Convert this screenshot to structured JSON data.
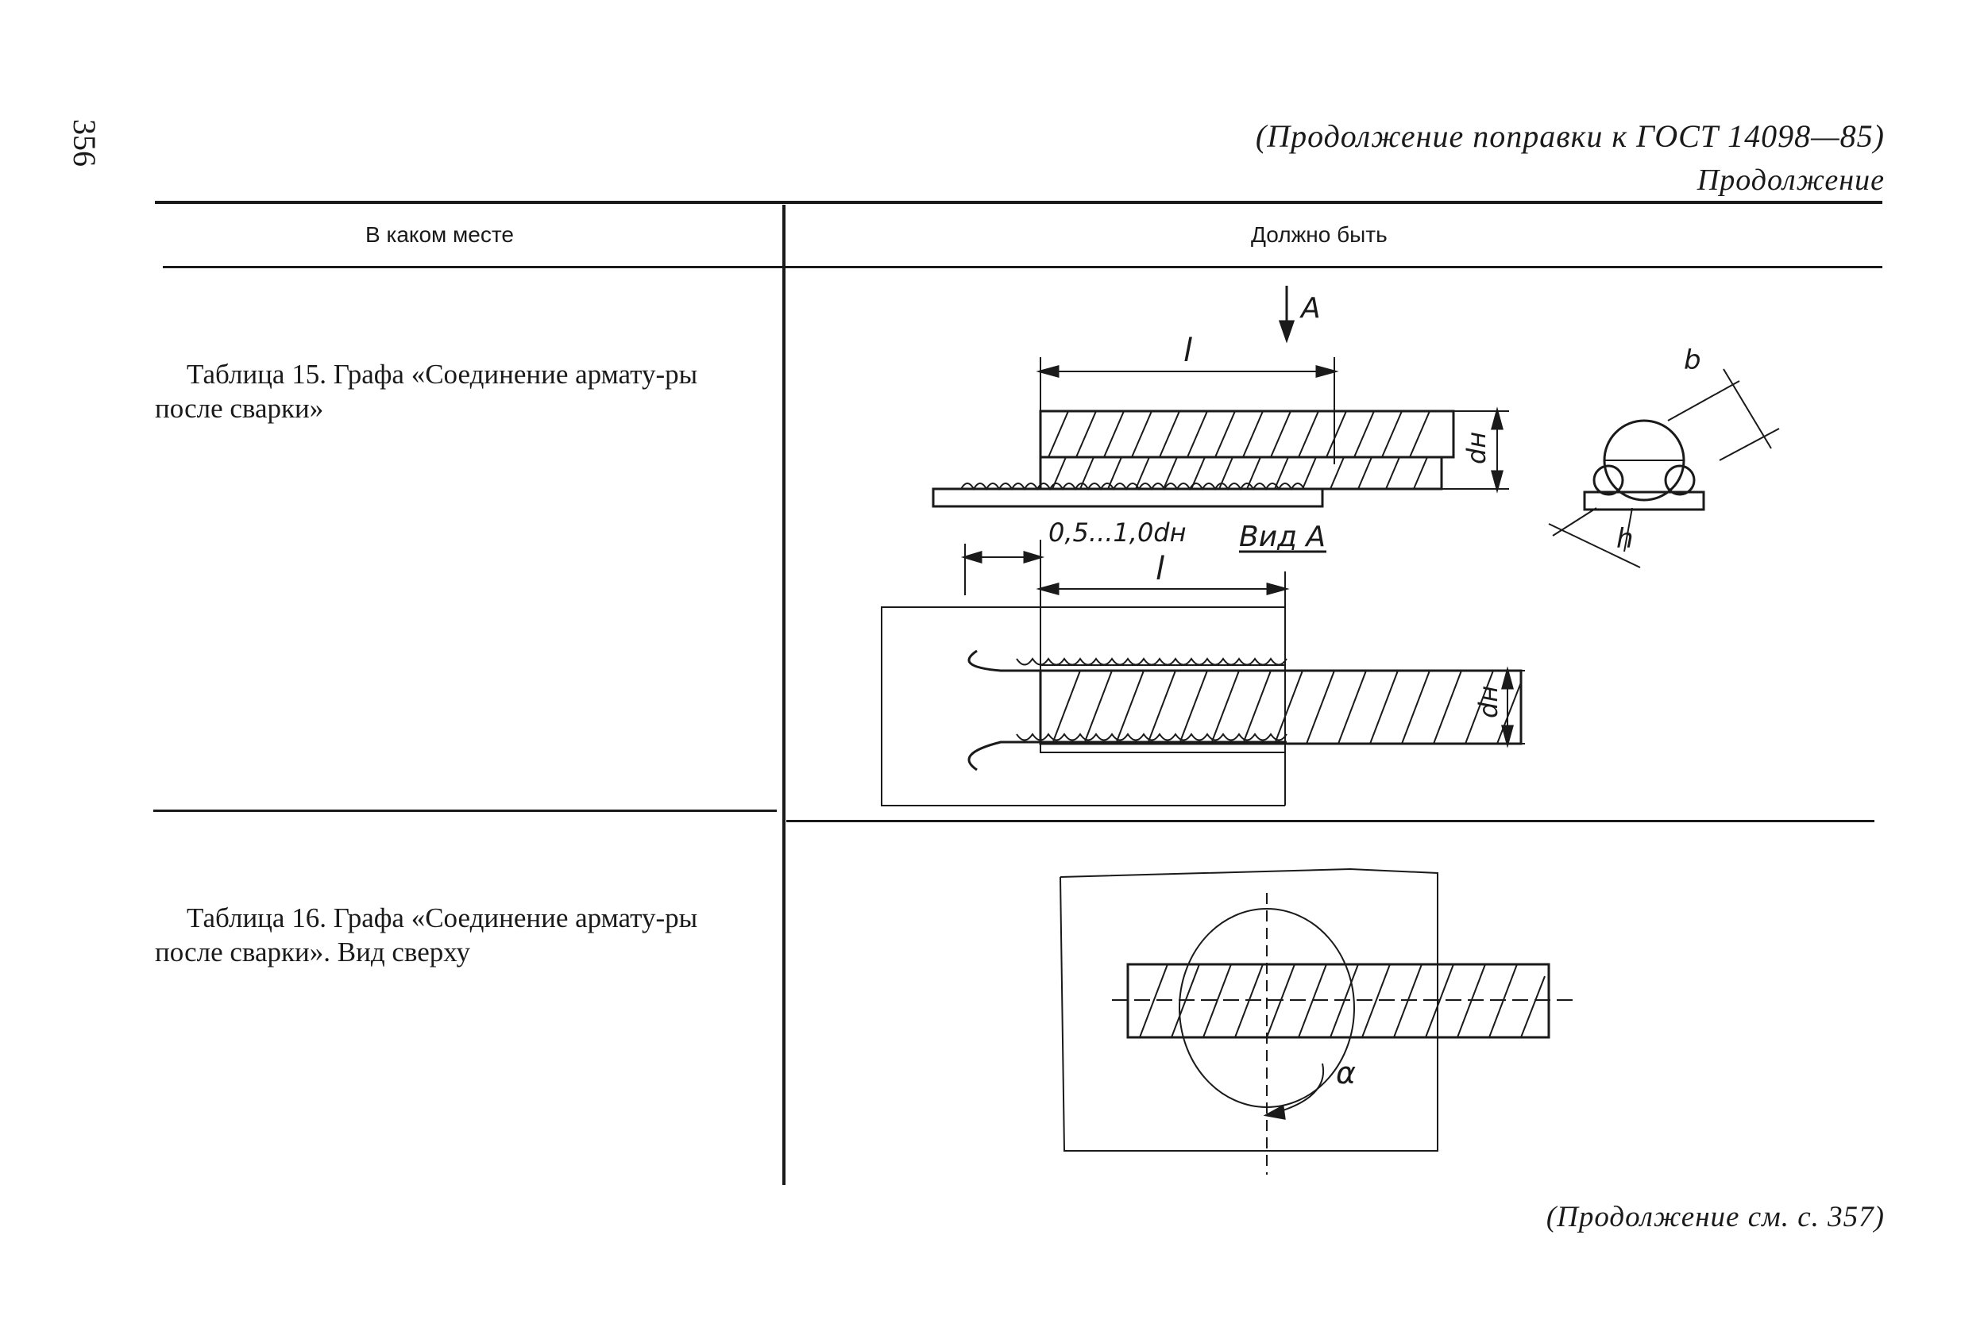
{
  "page": {
    "number": "356",
    "running_head": "(Продолжение поправки к ГОСТ 14098—85)",
    "continuation_label": "Продолжение",
    "footer_note": "(Продолжение см. с. 357)"
  },
  "table": {
    "headers": [
      "В каком месте",
      "Должно быть"
    ],
    "rows": [
      {
        "location": "Таблица 15. Графа «Соединение армату-ры после сварки»"
      },
      {
        "location": "Таблица 16. Графа «Соединение армату-ры после сварки». Вид сверху"
      }
    ]
  },
  "figure1": {
    "view_arrow_label": "A",
    "length_label": "l",
    "diameter_label": "dн",
    "offset_label": "0,5...1,0dн",
    "view_label": "Вид А",
    "weld_width_label": "b",
    "weld_height_label": "h"
  },
  "figure2": {
    "angle_label": "α"
  }
}
